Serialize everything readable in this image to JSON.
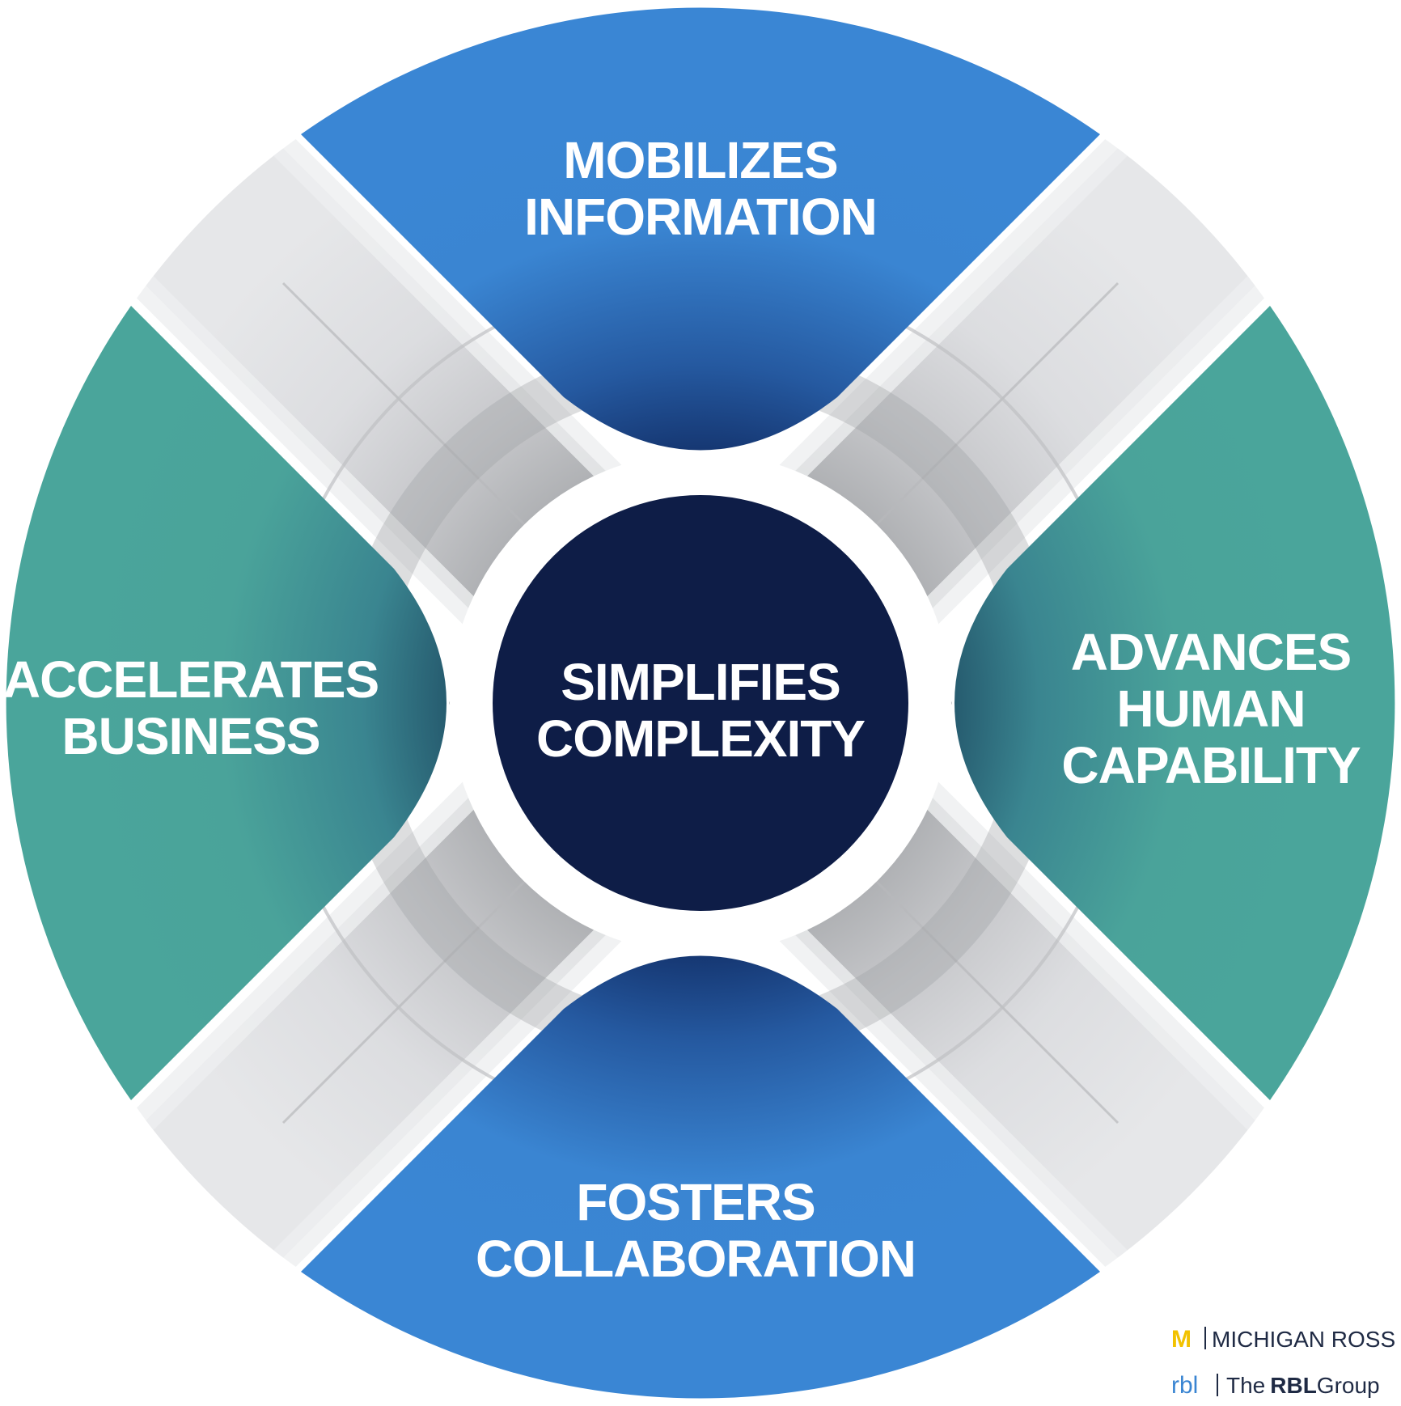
{
  "center": {
    "lines": [
      "SIMPLIFIES",
      "COMPLEXITY"
    ]
  },
  "segments": {
    "top": {
      "lines": [
        "MOBILIZES",
        "INFORMATION"
      ]
    },
    "right": {
      "lines": [
        "ADVANCES",
        "HUMAN",
        "CAPABILITY"
      ]
    },
    "bottom": {
      "lines": [
        "FOSTERS",
        "COLLABORATION"
      ]
    },
    "left": {
      "lines": [
        "ACCELERATES",
        "BUSINESS"
      ]
    }
  },
  "logos": {
    "michigan": {
      "mark": "M",
      "text": "MICHIGAN ROSS"
    },
    "rbl": {
      "mark": "rbl",
      "prefix": "The",
      "bold": "RBL",
      "suffix": "Group"
    }
  },
  "colors": {
    "blue": "#3a85d2",
    "blue_dark": "#163a72",
    "teal": "#4aa39a",
    "teal_dark": "#245a6e",
    "navy": "#0e1d47",
    "band_light": "#e6e7e9",
    "band_mid": "#c9cacd",
    "band_dark": "#a9abae",
    "michigan_maize": "#f2c200"
  }
}
